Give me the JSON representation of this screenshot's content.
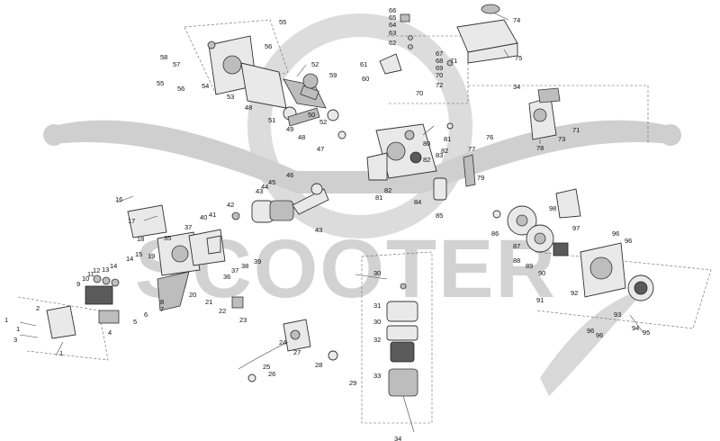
{
  "watermark": {
    "text": "SCOOTER"
  },
  "part_numbers": {
    "n1": "1",
    "n2": "2",
    "n3": "3",
    "n4": "4",
    "n5": "5",
    "n6": "6",
    "n7": "7",
    "n8": "8",
    "n9": "9",
    "n10": "10",
    "n11": "11",
    "n12": "12",
    "n13": "13",
    "n14": "14",
    "n15": "15",
    "n16": "16",
    "n17": "17",
    "n18": "18",
    "n19": "19",
    "n20": "20",
    "n21": "21",
    "n22": "22",
    "n23": "23",
    "n24": "24",
    "n25": "25",
    "n26": "26",
    "n27": "27",
    "n28": "28",
    "n29": "29",
    "n30": "30",
    "n31": "31",
    "n32": "32",
    "n33": "33",
    "n34": "34",
    "n35": "35",
    "n36": "36",
    "n37": "37",
    "n38": "38",
    "n39": "39",
    "n40": "40",
    "n41": "41",
    "n42": "42",
    "n43": "43",
    "n44": "44",
    "n45": "45",
    "n46": "46",
    "n47": "47",
    "n48": "48",
    "n49": "49",
    "n50": "50",
    "n51": "51",
    "n52": "52",
    "n53": "53",
    "n54": "54",
    "n55": "55",
    "n56": "56",
    "n57": "57",
    "n58": "58",
    "n59": "59",
    "n60": "60",
    "n61": "61",
    "n62": "62",
    "n63": "63",
    "n64": "64",
    "n65": "65",
    "n66": "66",
    "n67": "67",
    "n68": "68",
    "n69": "69",
    "n70": "70",
    "n71": "71",
    "n72": "72",
    "n73": "73",
    "n74": "74",
    "n75": "75",
    "n76": "76",
    "n77": "77",
    "n78": "78",
    "n79": "79",
    "n80": "80",
    "n81": "81",
    "n82": "82",
    "n83": "83",
    "n84": "84",
    "n85": "85",
    "n86": "86",
    "n87": "87",
    "n88": "88",
    "n89": "89",
    "n90": "90",
    "n91": "91",
    "n92": "92",
    "n93": "93",
    "n94": "94",
    "n95": "95",
    "n96": "96",
    "n97": "97",
    "n98": "98"
  }
}
